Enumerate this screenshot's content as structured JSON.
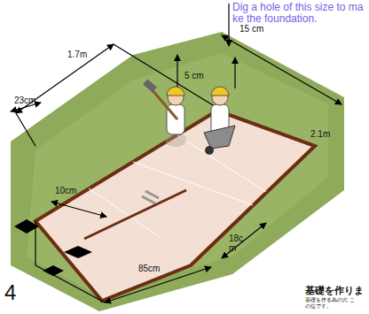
{
  "diagram": {
    "labels": [
      "Dig a hole of this size to make the foundation.",
      "15 cm",
      "1.7m",
      "23cm",
      "5 cm",
      "2.1m",
      "10cm",
      "18c m",
      "85cm",
      "4",
      "基礎を作りま",
      "基礎を作る為の穴 この位です。"
    ]
  }
}
